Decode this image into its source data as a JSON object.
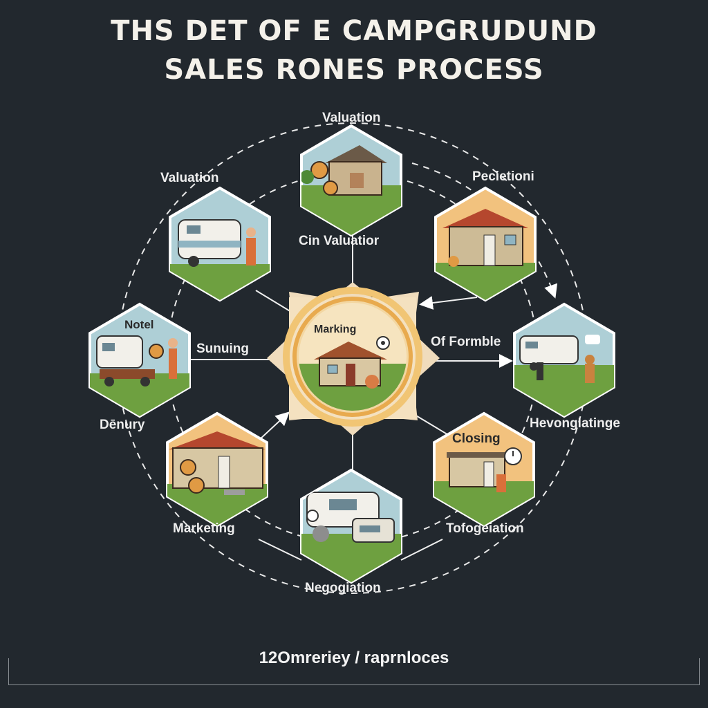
{
  "title_line1": "THS DET OF E CAMPGRUDUND",
  "title_line2": "SALES RONES PROCESS",
  "center": {
    "label": "Marking"
  },
  "labels": {
    "top": "Valuation",
    "top_left": "Valuation",
    "top_right": "Pecietioni",
    "inner_top": "Cin Valuatior",
    "left_hex": "Notel",
    "left_arrow": "Sunuing",
    "right_arrow": "Of Formble",
    "left_outer": "Dēnury",
    "right_outer": "Hevonglatinge",
    "closing": "Closing",
    "bottom_left": "Marketing",
    "bottom_right": "Tofogeiation",
    "bottom": "Negogiation"
  },
  "nodes": [
    {
      "name": "top",
      "scene": "cabin"
    },
    {
      "name": "top-left",
      "scene": "trailer"
    },
    {
      "name": "top-right",
      "scene": "house"
    },
    {
      "name": "left",
      "scene": "trailer-cart"
    },
    {
      "name": "right",
      "scene": "trailer-people"
    },
    {
      "name": "bottom-left",
      "scene": "house"
    },
    {
      "name": "bottom-right",
      "scene": "mobile-home"
    },
    {
      "name": "bottom",
      "scene": "rv"
    }
  ],
  "footer": "12Omreriey / raprnloces",
  "colors": {
    "background": "#22282e",
    "hex_border": "#ffffff",
    "sky": "#aecfd6",
    "warm_sky": "#f2c27e",
    "grass": "#6ea040",
    "accent": "#e09a44"
  }
}
